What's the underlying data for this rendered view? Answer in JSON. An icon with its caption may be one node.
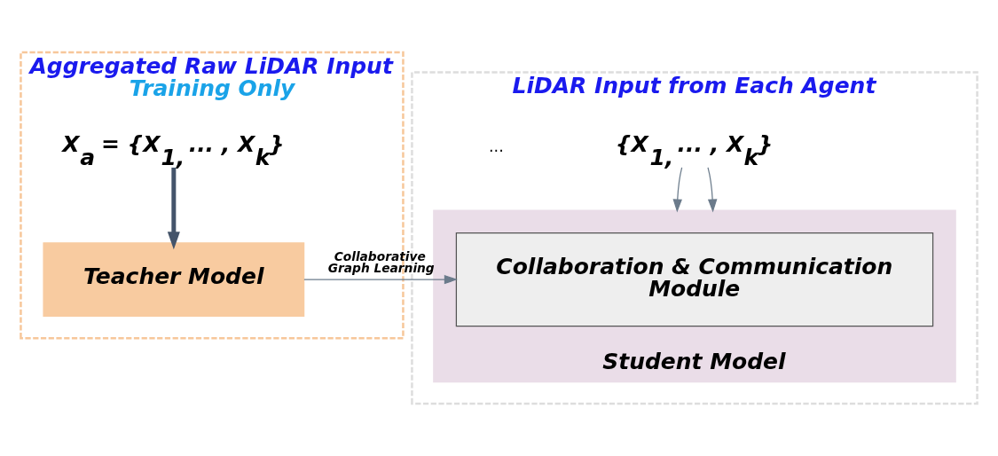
{
  "diagram": {
    "nodes": [
      {
        "text": [
          "Aggregated Raw LiDAR Input",
          "Training Only"
        ]
      },
      {
        "text": [
          "X$_{a}$ = {X$_{1,}$ ... , X$_{k}$}"
        ],
        "in": 0
      },
      {
        "text": [
          "Teacher Model"
        ],
        "in": 0
      },
      {
        "text": [
          "LiDAR Input from Each Agent"
        ]
      },
      {
        "text": [
          "{X$_{1,}$ ... , X$_{k}$}"
        ],
        "in": 3
      },
      {
        "text": [
          "Student Model"
        ],
        "in": 3
      },
      {
        "text": [
          "Collaboration & Communication Module"
        ],
        "in": 5
      }
    ],
    "edges": [
      {
        "from": 1,
        "to": 2,
        "arrow": "to",
        "style": "thick",
        "color": "#44546a"
      },
      {
        "from": 4,
        "to": 5,
        "arrow": "to"
      },
      {
        "from": 4,
        "to": 5,
        "arrow": "to"
      },
      {
        "from": 2,
        "to": 6,
        "arrow": "to",
        "label": "Collaborative Graph Learning"
      }
    ],
    "labels": [
      "..."
    ]
  }
}
